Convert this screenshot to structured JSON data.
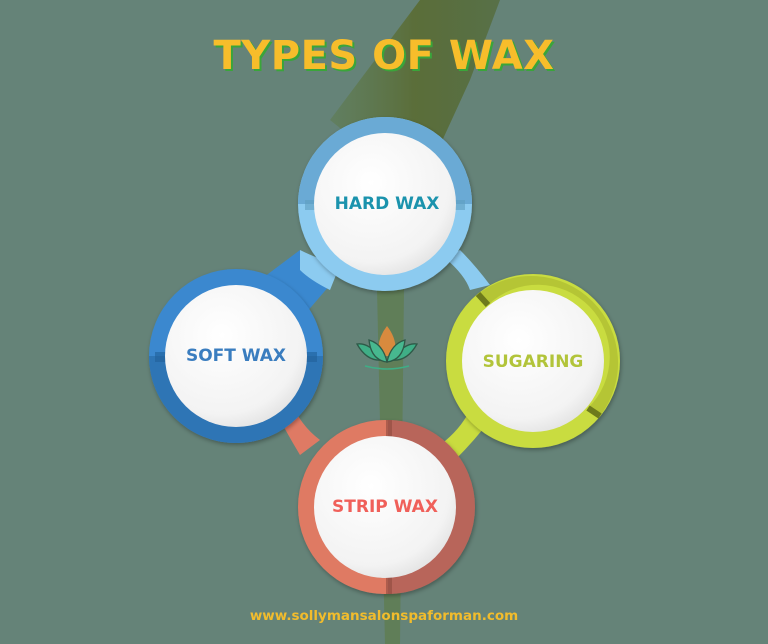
{
  "title": "TYPES OF WAX",
  "center_icon": "lotus-icon",
  "items": [
    {
      "label": "HARD WAX",
      "ring_color": "#8ccbf0",
      "ring_shade": "#5f9fc0",
      "text_color": "#1b93ad"
    },
    {
      "label": "SOFT WAX",
      "ring_color": "#3a88cf",
      "ring_shade": "#2d6aa5",
      "text_color": "#3a7dbf"
    },
    {
      "label": "SUGARING",
      "ring_color": "#c9dc3f",
      "ring_shade": "#8a9a1e",
      "text_color": "#b2c43a"
    },
    {
      "label": "STRIP WAX",
      "ring_color": "#df7a64",
      "ring_shade": "#b0604f",
      "text_color": "#f0605a"
    }
  ],
  "footer": {
    "url": "www.sollymansalonspaforman.com"
  },
  "colors": {
    "background": "#658378",
    "title": "#f7bd2b",
    "title_shadow": "#3aa53a",
    "footer": "#f2bc2c"
  }
}
